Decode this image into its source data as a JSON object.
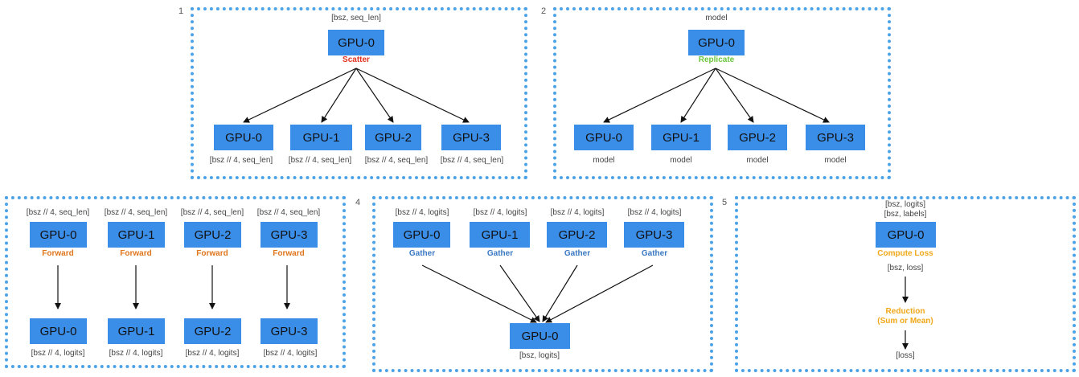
{
  "colors": {
    "box": "#3b8ee8",
    "border": "#4da3e8",
    "scatter": "#e0321e",
    "replicate": "#6cc63c",
    "forward": "#e0751c",
    "gather": "#3b78c4",
    "loss": "#f0a818"
  },
  "panel1": {
    "number": "1",
    "input_label": "[bsz, seq_len]",
    "source": "GPU-0",
    "op": "Scatter",
    "targets": [
      "GPU-0",
      "GPU-1",
      "GPU-2",
      "GPU-3"
    ],
    "target_labels": [
      "[bsz // 4, seq_len]",
      "[bsz // 4, seq_len]",
      "[bsz // 4, seq_len]",
      "[bsz // 4, seq_len]"
    ]
  },
  "panel2": {
    "number": "2",
    "input_label": "model",
    "source": "GPU-0",
    "op": "Replicate",
    "targets": [
      "GPU-0",
      "GPU-1",
      "GPU-2",
      "GPU-3"
    ],
    "target_labels": [
      "model",
      "model",
      "model",
      "model"
    ]
  },
  "panel3": {
    "top_labels": [
      "[bsz // 4, seq_len]",
      "[bsz // 4, seq_len]",
      "[bsz // 4, seq_len]",
      "[bsz // 4, seq_len]"
    ],
    "sources": [
      "GPU-0",
      "GPU-1",
      "GPU-2",
      "GPU-3"
    ],
    "op": "Forward",
    "targets": [
      "GPU-0",
      "GPU-1",
      "GPU-2",
      "GPU-3"
    ],
    "bottom_labels": [
      "[bsz // 4, logits]",
      "[bsz // 4, logits]",
      "[bsz // 4, logits]",
      "[bsz // 4, logits]"
    ]
  },
  "panel4": {
    "number": "4",
    "top_labels": [
      "[bsz // 4, logits]",
      "[bsz // 4, logits]",
      "[bsz // 4, logits]",
      "[bsz // 4, logits]"
    ],
    "sources": [
      "GPU-0",
      "GPU-1",
      "GPU-2",
      "GPU-3"
    ],
    "op": "Gather",
    "target": "GPU-0",
    "target_label": "[bsz, logits]"
  },
  "panel5": {
    "number": "5",
    "input_label_1": "[bsz, logits]",
    "input_label_2": "[bsz, labels]",
    "source": "GPU-0",
    "op": "Compute Loss",
    "loss_label": "[bsz, loss]",
    "reduction_1": "Reduction",
    "reduction_2": "(Sum or Mean)",
    "result": "[loss]"
  }
}
